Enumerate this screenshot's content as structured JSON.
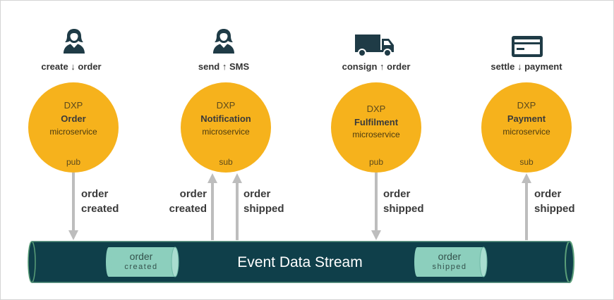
{
  "colors": {
    "service_fill": "#f6b21c",
    "pipe_fill": "#0f3f4a",
    "pipe_edge": "#5a9e78",
    "pill_fill": "#8ccfbd",
    "arrow": "#bdbdbd",
    "icon": "#1f3b46"
  },
  "services": [
    {
      "icon": "person-icon",
      "action": "create ↓ order",
      "prefix": "DXP",
      "name": "Order",
      "type": "microservice",
      "port": "pub"
    },
    {
      "icon": "person-icon",
      "action": "send ↑ SMS",
      "prefix": "DXP",
      "name": "Notification",
      "type": "microservice",
      "port": "sub"
    },
    {
      "icon": "truck-icon",
      "action": "consign ↑ order",
      "prefix": "DXP",
      "name": "Fulfilment",
      "type": "microservice",
      "port": "pub"
    },
    {
      "icon": "credit-card-icon",
      "action": "settle ↓ payment",
      "prefix": "DXP",
      "name": "Payment",
      "type": "microservice",
      "port": "sub"
    }
  ],
  "event_labels": [
    {
      "line1": "order",
      "line2": "created"
    },
    {
      "line1": "order",
      "line2": "created"
    },
    {
      "line1": "order",
      "line2": "shipped"
    },
    {
      "line1": "order",
      "line2": "shipped"
    },
    {
      "line1": "order",
      "line2": "shipped"
    }
  ],
  "stream": {
    "title": "Event Data Stream",
    "events": [
      {
        "line1": "order",
        "line2": "created"
      },
      {
        "line1": "order",
        "line2": "shipped"
      }
    ]
  }
}
